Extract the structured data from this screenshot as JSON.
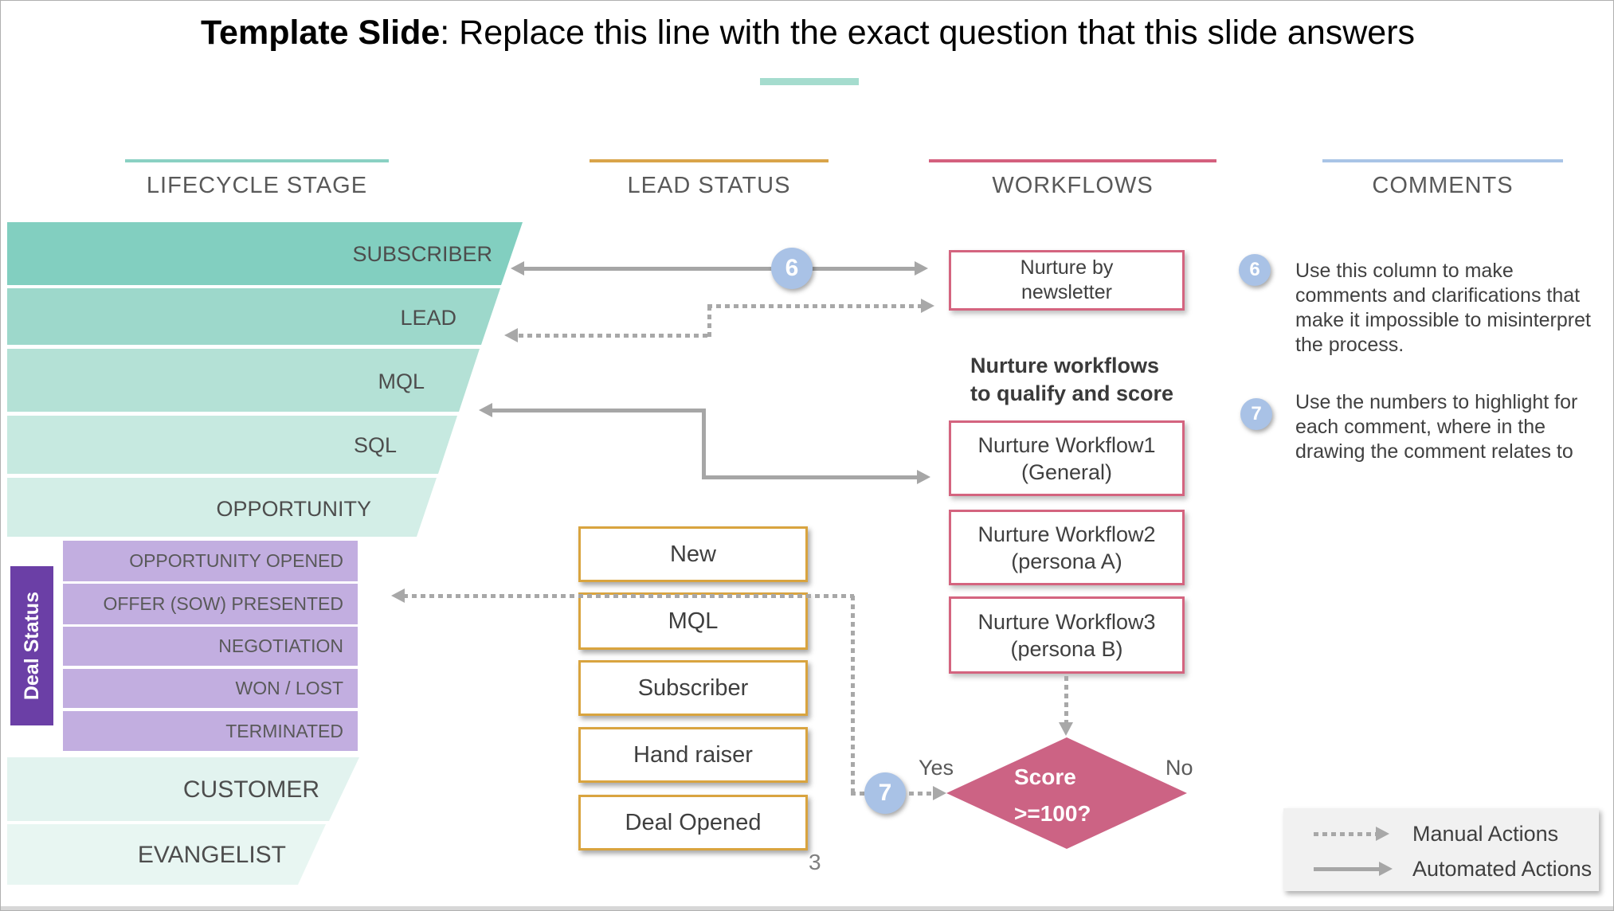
{
  "title": {
    "bold": "Template Slide",
    "rest": ": Replace this line with the exact question that this slide answers"
  },
  "columns": [
    {
      "label": "LIFECYCLE STAGE",
      "accent": "#8ad1c3"
    },
    {
      "label": "LEAD STATUS",
      "accent": "#d9a44a"
    },
    {
      "label": "WORKFLOWS",
      "accent": "#d4607e"
    },
    {
      "label": "COMMENTS",
      "accent": "#a9c4e6"
    }
  ],
  "funnel": {
    "stages": [
      {
        "label": "SUBSCRIBER",
        "color": "#82cfc0"
      },
      {
        "label": "LEAD",
        "color": "#9dd8cb"
      },
      {
        "label": "MQL",
        "color": "#b4e1d6"
      },
      {
        "label": "SQL",
        "color": "#c6e9e0"
      },
      {
        "label": "OPPORTUNITY",
        "color": "#d3eee7"
      },
      {
        "label": "CUSTOMER",
        "color": "#e2f3ef"
      },
      {
        "label": "EVANGELIST",
        "color": "#e8f6f2"
      }
    ]
  },
  "deal_status": {
    "label": "Deal Status",
    "bar_color": "#6b3fa6",
    "item_color": "#c2aee0",
    "items": [
      {
        "label": "OPPORTUNITY OPENED"
      },
      {
        "label": "OFFER (SOW) PRESENTED"
      },
      {
        "label": "NEGOTIATION"
      },
      {
        "label": "WON / LOST"
      },
      {
        "label": "TERMINATED"
      }
    ]
  },
  "lead_status_boxes": [
    {
      "label": "New"
    },
    {
      "label": "MQL"
    },
    {
      "label": "Subscriber"
    },
    {
      "label": "Hand raiser"
    },
    {
      "label": "Deal Opened"
    }
  ],
  "workflows": {
    "newsletter_box": {
      "line1": "Nurture by",
      "line2": "newsletter"
    },
    "nurture_label": {
      "line1": "Nurture workflows",
      "line2": "to qualify and score"
    },
    "boxes": [
      {
        "line1": "Nurture Workflow1",
        "line2": "(General)"
      },
      {
        "line1": "Nurture Workflow2",
        "line2": "(persona A)"
      },
      {
        "line1": "Nurture Workflow3",
        "line2": "(persona B)"
      }
    ],
    "decision": {
      "line1": "Score",
      "line2": ">=100?",
      "yes": "Yes",
      "no": "No",
      "color": "#cc6384"
    }
  },
  "badges": {
    "six": "6",
    "seven": "7",
    "color": "#a9c2e6"
  },
  "comments": [
    {
      "number": "6",
      "text": "Use this column to make comments and clarifications that make it impossible to misinterpret the process."
    },
    {
      "number": "7",
      "text": "Use the numbers to highlight for each comment, where in the drawing the comment relates to"
    }
  ],
  "legend": {
    "manual_label": "Manual Actions",
    "automated_label": "Automated Actions",
    "background": "#f1f1f1"
  },
  "page_number": "3",
  "misc_colors": {
    "arrow_gray": "#a6a6a6",
    "title_underline": "#a5dcce"
  }
}
